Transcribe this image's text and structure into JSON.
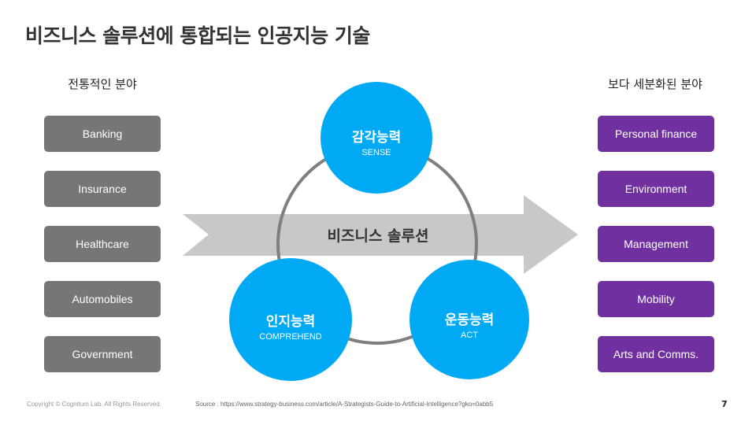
{
  "slide": {
    "title": "비즈니스 솔루션에 통합되는 인공지능 기술",
    "page_number": "7"
  },
  "left_column": {
    "heading": "전통적인 분야",
    "items": [
      "Banking",
      "Insurance",
      "Healthcare",
      "Automobiles",
      "Government"
    ]
  },
  "right_column": {
    "heading": "보다 세분화된 분야",
    "items": [
      "Personal finance",
      "Environment",
      "Management",
      "Mobility",
      "Arts and Comms."
    ]
  },
  "center": {
    "arrow_label": "비즈니스 솔루션",
    "nodes": [
      {
        "title": "감각능력",
        "subtitle": "SENSE"
      },
      {
        "title": "인지능력",
        "subtitle": "COMPREHEND"
      },
      {
        "title": "운동능력",
        "subtitle": "ACT"
      }
    ]
  },
  "footer": {
    "copyright": "Copyright © Cognitum Lab. All Rights Reserved.",
    "source": "Source : https://www.strategy-business.com/article/A-Strategists-Guide-to-Artificial-Intelligence?gko=0abb5"
  },
  "colors": {
    "gray_box": "#767676",
    "purple_box": "#7030a0",
    "bubble": "#00a9f4",
    "arrow": "#c8c8c8",
    "ring": "#7f7f7f"
  }
}
